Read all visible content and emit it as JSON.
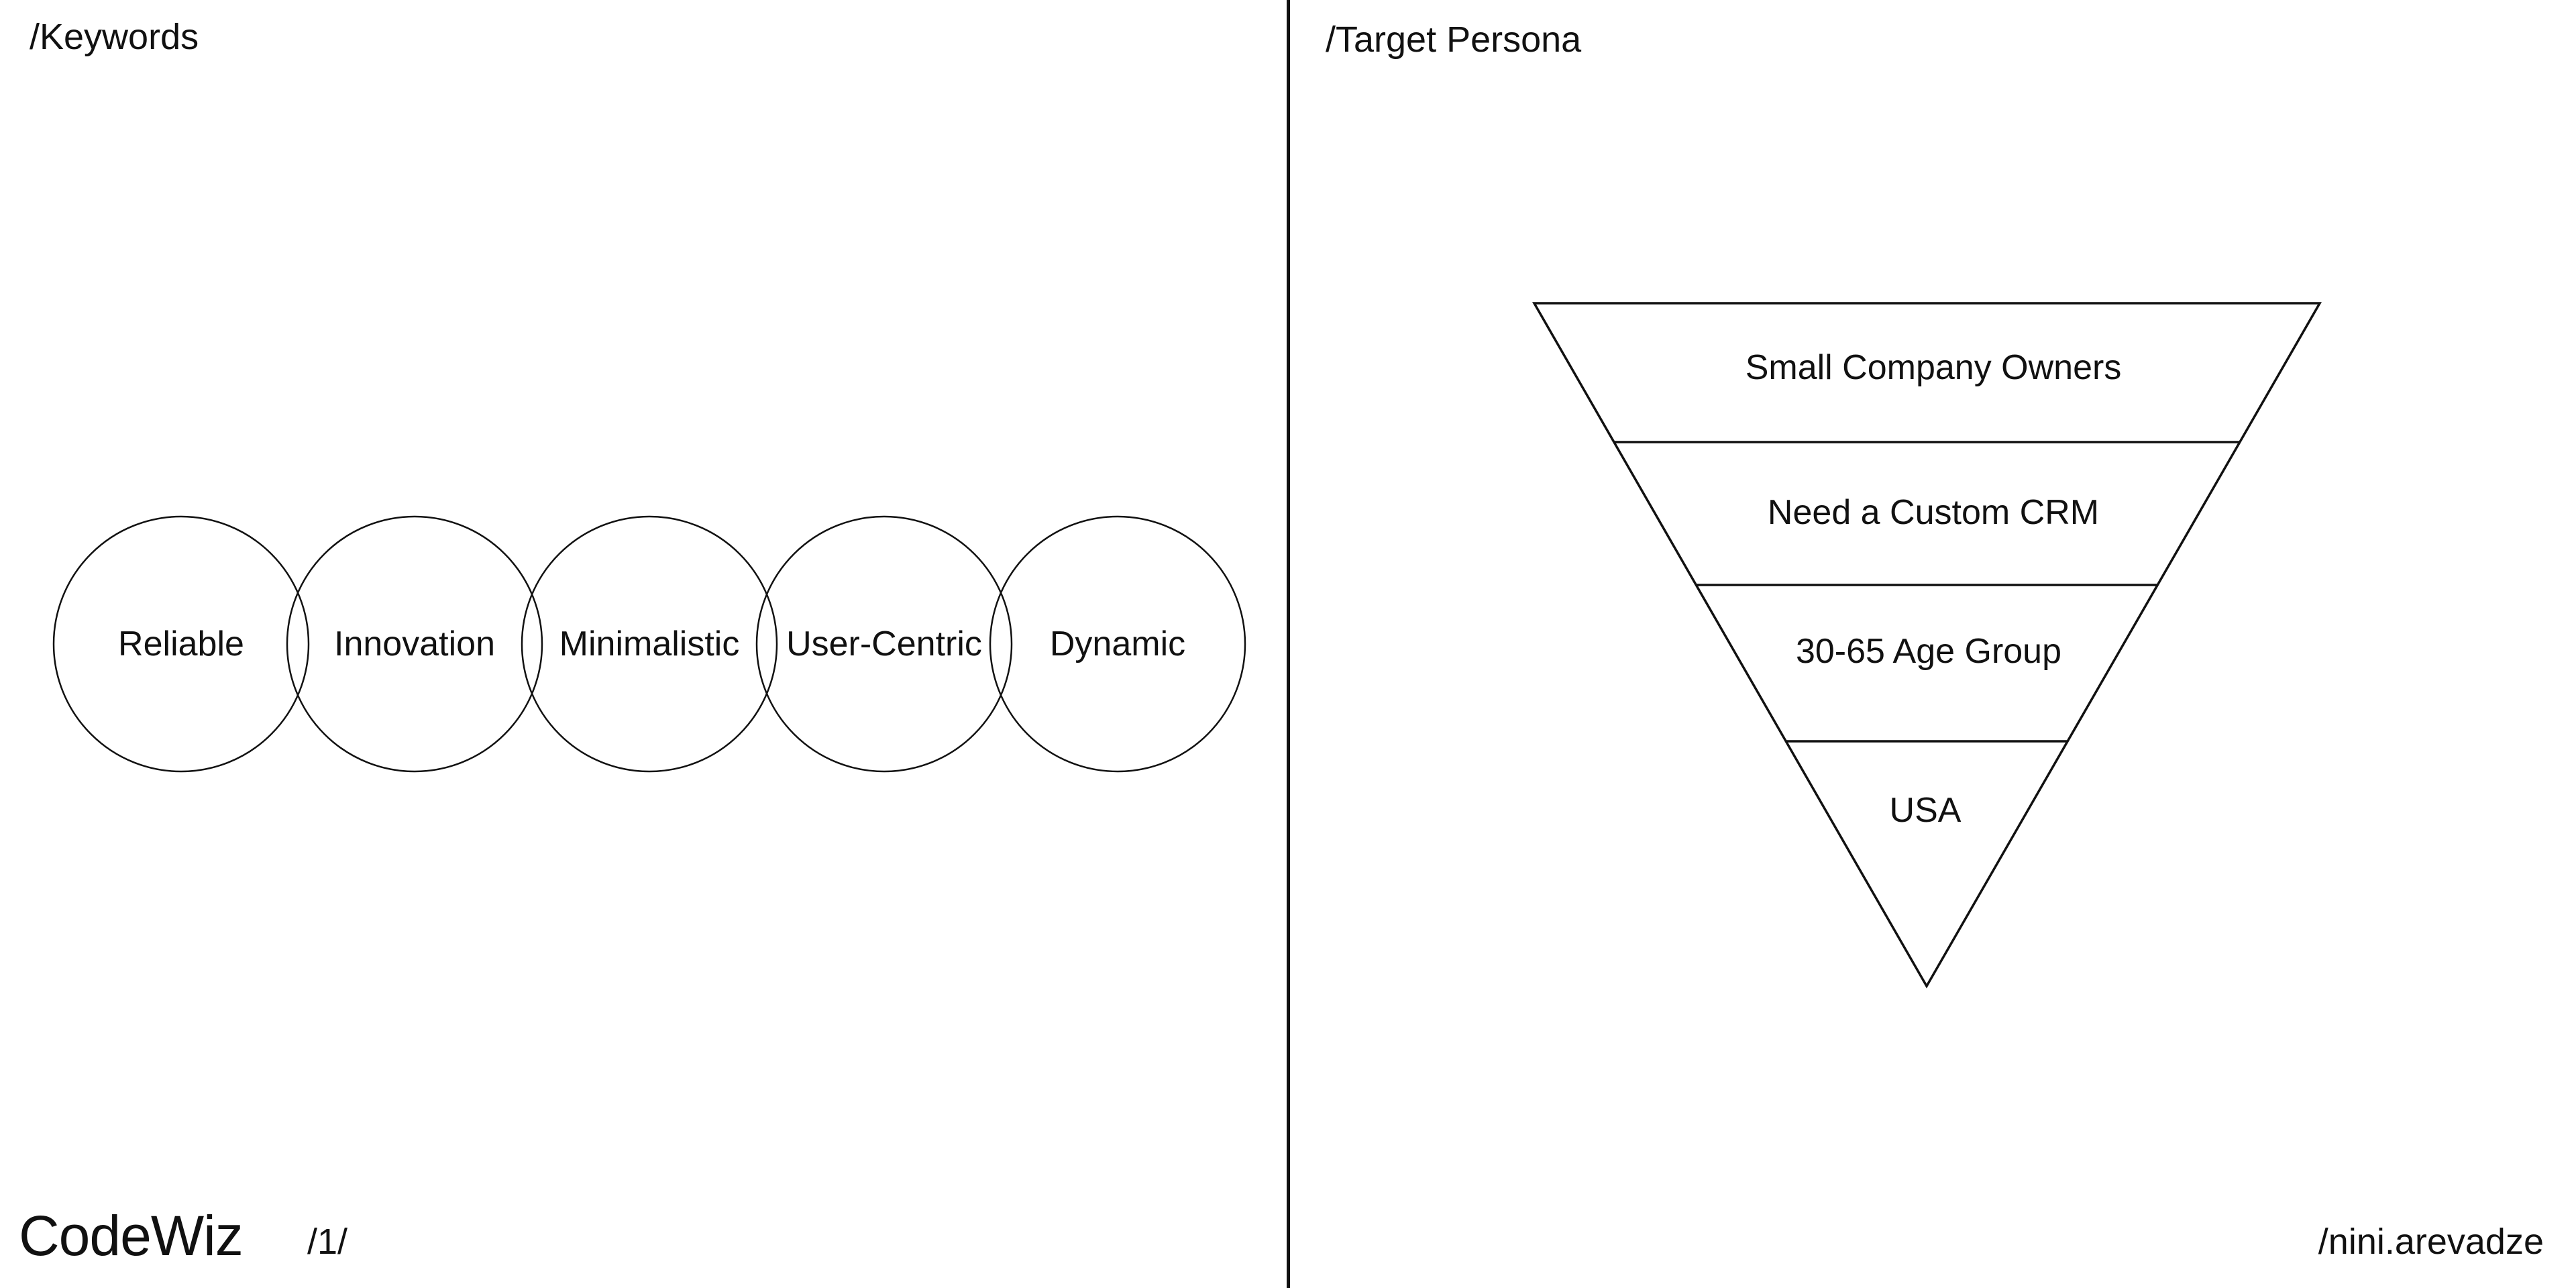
{
  "keywords_section": {
    "label": "/Keywords",
    "keywords": [
      "Reliable",
      "Innovation",
      "Minimalistic",
      "User-Centric",
      "Dynamic"
    ]
  },
  "persona_section": {
    "label": "/Target Persona",
    "tiers": [
      "Small Company Owners",
      "Need a Custom CRM",
      "30-65 Age Group",
      "USA"
    ]
  },
  "footer": {
    "brand": "CodeWiz",
    "page_number": "/1/",
    "author": "/nini.arevadze"
  },
  "colors": {
    "stroke": "#111111",
    "background": "#ffffff"
  }
}
